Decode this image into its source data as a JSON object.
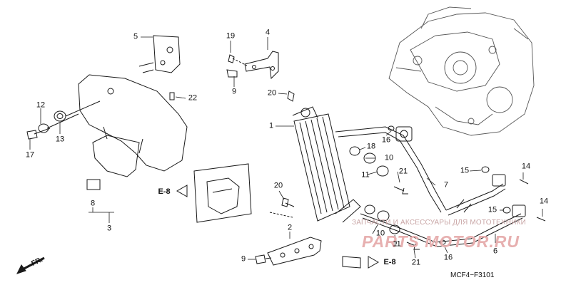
{
  "diagram": {
    "callouts": [
      "5",
      "19",
      "4",
      "22",
      "12",
      "9",
      "20",
      "13",
      "17",
      "1",
      "16",
      "18",
      "10",
      "11",
      "21",
      "15",
      "14",
      "7",
      "20",
      "8",
      "3",
      "15",
      "14",
      "2",
      "10",
      "11",
      "6",
      "16",
      "9",
      "21"
    ],
    "cross_refs": [
      "E-8",
      "E-8"
    ],
    "front_label": "FR.",
    "diagram_code": "MCF4−F3101",
    "watermark": {
      "text": "ЗАПЧАСТИ И АКСЕССУАРЫ ДЛЯ МОТОТЕХНИКИ",
      "logo": "PARTS MOTOR.RU"
    },
    "colors": {
      "line": "#1a1a1a",
      "watermark": "#e7b0b0"
    }
  }
}
